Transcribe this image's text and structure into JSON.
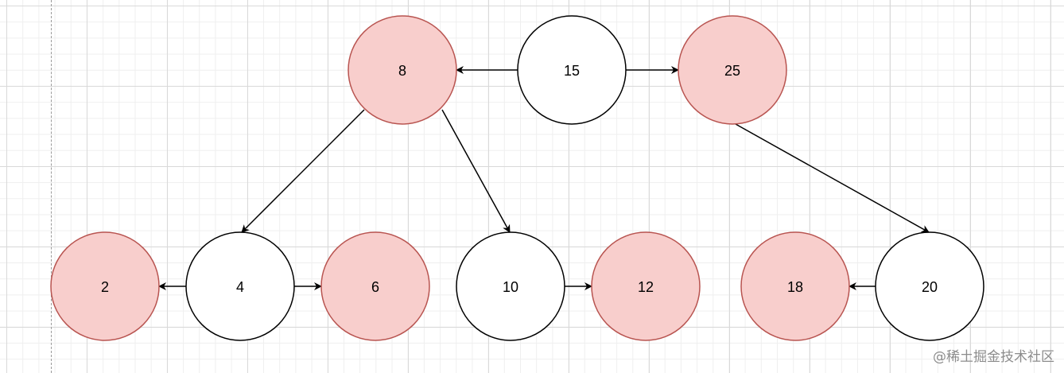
{
  "diagram": {
    "colors": {
      "highlight_fill": "#f8cecc",
      "highlight_stroke": "#b85450",
      "normal_fill": "#ffffff",
      "normal_stroke": "#000000",
      "edge": "#000000"
    },
    "nodes": [
      {
        "id": "n15",
        "label": "15",
        "highlight": false
      },
      {
        "id": "n8",
        "label": "8",
        "highlight": true
      },
      {
        "id": "n25",
        "label": "25",
        "highlight": true
      },
      {
        "id": "n2",
        "label": "2",
        "highlight": true
      },
      {
        "id": "n4",
        "label": "4",
        "highlight": false
      },
      {
        "id": "n6",
        "label": "6",
        "highlight": true
      },
      {
        "id": "n10",
        "label": "10",
        "highlight": false
      },
      {
        "id": "n12",
        "label": "12",
        "highlight": true
      },
      {
        "id": "n18",
        "label": "18",
        "highlight": true
      },
      {
        "id": "n20",
        "label": "20",
        "highlight": false
      }
    ],
    "edges": [
      {
        "from": "n15",
        "to": "n8"
      },
      {
        "from": "n15",
        "to": "n25"
      },
      {
        "from": "n8",
        "to": "n4"
      },
      {
        "from": "n8",
        "to": "n10"
      },
      {
        "from": "n25",
        "to": "n20"
      },
      {
        "from": "n4",
        "to": "n2"
      },
      {
        "from": "n4",
        "to": "n6"
      },
      {
        "from": "n10",
        "to": "n12"
      },
      {
        "from": "n20",
        "to": "n18"
      }
    ]
  },
  "watermark": "@稀土掘金技术社区"
}
